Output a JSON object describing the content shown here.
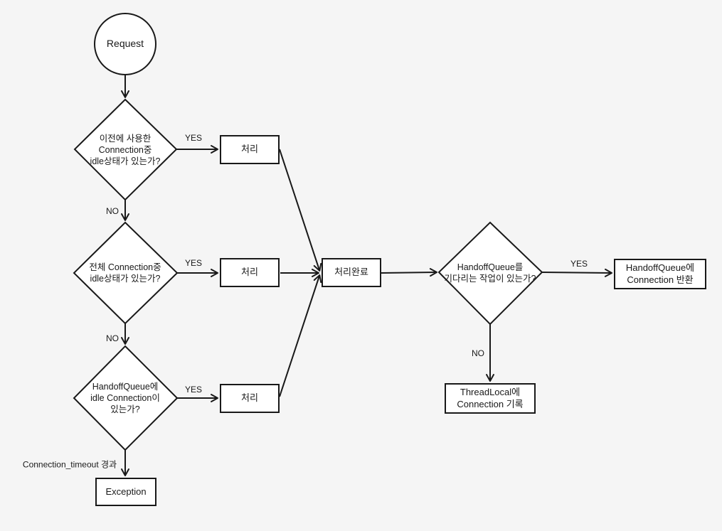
{
  "diagram": {
    "background_color": "#f5f5f5",
    "node_fill_color": "#ffffff",
    "stroke_color": "#191919"
  },
  "nodes": {
    "request": {
      "label": "Request"
    },
    "decision_prev_connection": {
      "label": "이전에 사용한\nConnection중\nidle상태가 있는가?"
    },
    "decision_all_connection": {
      "label": "전체 Connection중\nidle상태가 있는가?"
    },
    "decision_handoff_idle": {
      "label": "HandoffQueue에\nidle Connection이\n있는가?"
    },
    "decision_handoff_waiting": {
      "label": "HandoffQueue를\n기다리는 작업이 있는가?"
    },
    "process_1": {
      "label": "처리"
    },
    "process_2": {
      "label": "처리"
    },
    "process_3": {
      "label": "처리"
    },
    "process_complete": {
      "label": "처리완료"
    },
    "exception": {
      "label": "Exception"
    },
    "handoff_return": {
      "label": "HandoffQueue에\nConnection 반환"
    },
    "threadlocal_record": {
      "label": "ThreadLocal에\nConnection 기록"
    }
  },
  "edge_labels": {
    "yes_1": "YES",
    "yes_2": "YES",
    "yes_3": "YES",
    "yes_4": "YES",
    "no_1": "NO",
    "no_2": "NO",
    "no_3": "NO",
    "timeout": "Connection_timeout 경과"
  }
}
